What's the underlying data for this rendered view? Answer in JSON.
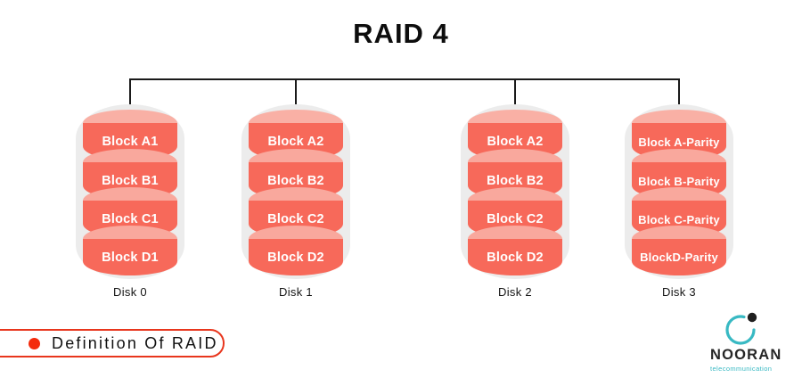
{
  "title": "RAID 4",
  "colors": {
    "block_coral": "#f7695a",
    "block_cap_pink": "#f9a89d",
    "disk_capsule_gray": "#ececec",
    "connector_line": "#1a1a1a",
    "badge_border_red": "#e8361d",
    "badge_dot_red": "#f42b0c",
    "logo_teal": "#38b9c3"
  },
  "disks": [
    {
      "name": "Disk 0",
      "blocks": [
        "Block A1",
        "Block B1",
        "Block C1",
        "Block D1"
      ]
    },
    {
      "name": "Disk 1",
      "blocks": [
        "Block A2",
        "Block B2",
        "Block C2",
        "Block D2"
      ]
    },
    {
      "name": "Disk 2",
      "blocks": [
        "Block A2",
        "Block B2",
        "Block C2",
        "Block D2"
      ]
    },
    {
      "name": "Disk 3",
      "blocks": [
        "Block A-Parity",
        "Block B-Parity",
        "Block C-Parity",
        "BlockD-Parity"
      ]
    }
  ],
  "badge": {
    "label": "Definition Of RAID"
  },
  "logo": {
    "name": "NOORAN",
    "subtitle": "telecommunication"
  }
}
